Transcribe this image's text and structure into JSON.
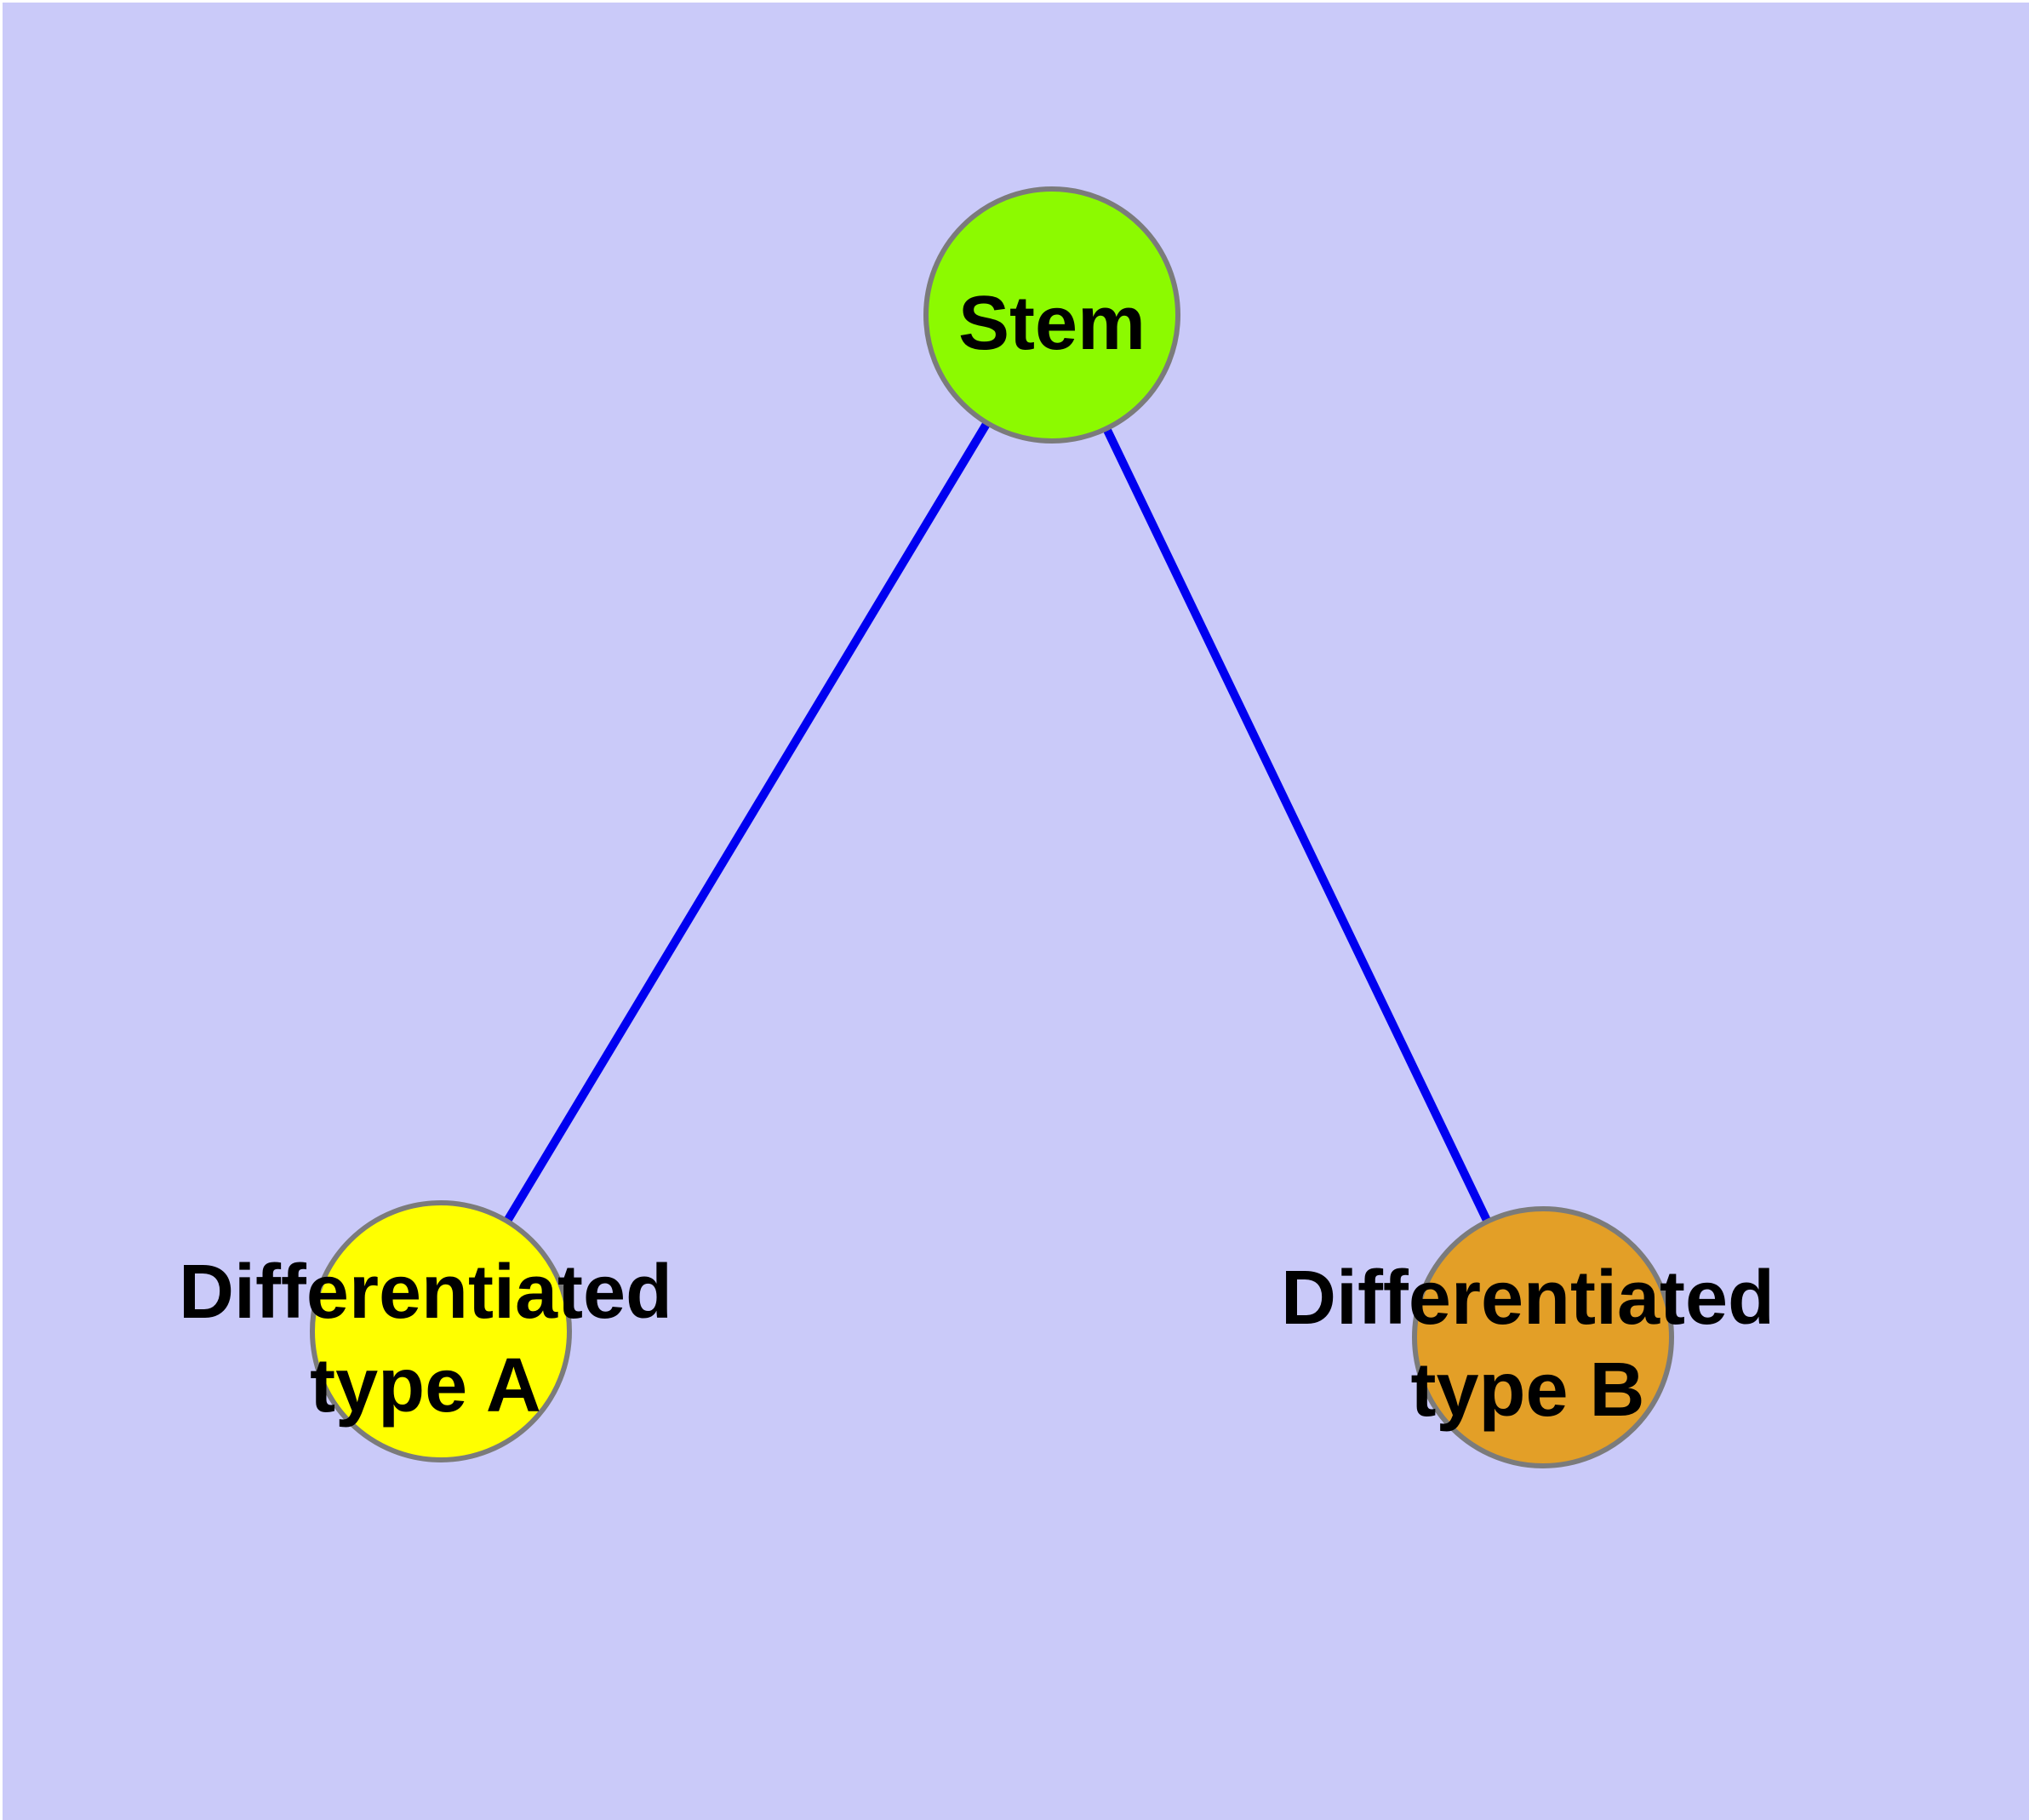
{
  "colors": {
    "background": "#CACAF9",
    "edge": "#0000F0",
    "node_border": "#7B7B7B",
    "label_text": "#000000",
    "stem_fill": "#8CFA00",
    "type_a_fill": "#FFFF00",
    "type_b_fill": "#E39F27"
  },
  "nodes": {
    "stem": {
      "label": "Stem"
    },
    "type_a": {
      "line1": "Differentiated",
      "line2": "type A"
    },
    "type_b": {
      "line1": "Differentiated",
      "line2": "type B"
    }
  },
  "edges": [
    {
      "from": "Stem",
      "to": "Differentiated type A"
    },
    {
      "from": "Stem",
      "to": "Differentiated type B"
    }
  ]
}
